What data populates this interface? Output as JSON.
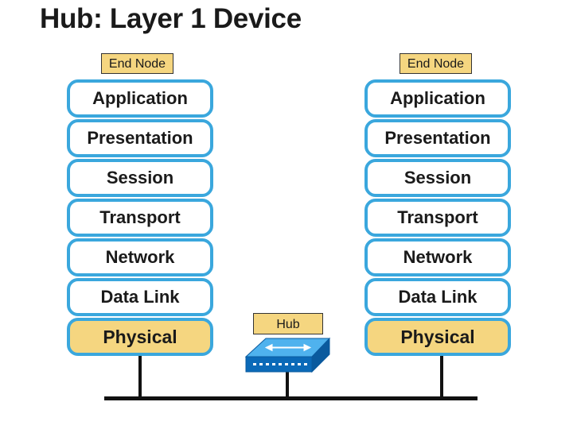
{
  "title": "Hub: Layer 1 Device",
  "colors": {
    "layer_border": "#3aa7dd",
    "label_fill": "#f5d680",
    "physical_fill": "#f5d680",
    "hub_top": "#4fb2ee",
    "hub_side": "#0b6ab8",
    "wire": "#111111"
  },
  "left_node": {
    "label": "End Node",
    "layers": [
      "Application",
      "Presentation",
      "Session",
      "Transport",
      "Network",
      "Data Link",
      "Physical"
    ]
  },
  "right_node": {
    "label": "End Node",
    "layers": [
      "Application",
      "Presentation",
      "Session",
      "Transport",
      "Network",
      "Data Link",
      "Physical"
    ]
  },
  "hub": {
    "label": "Hub",
    "icon": "hub-icon"
  }
}
